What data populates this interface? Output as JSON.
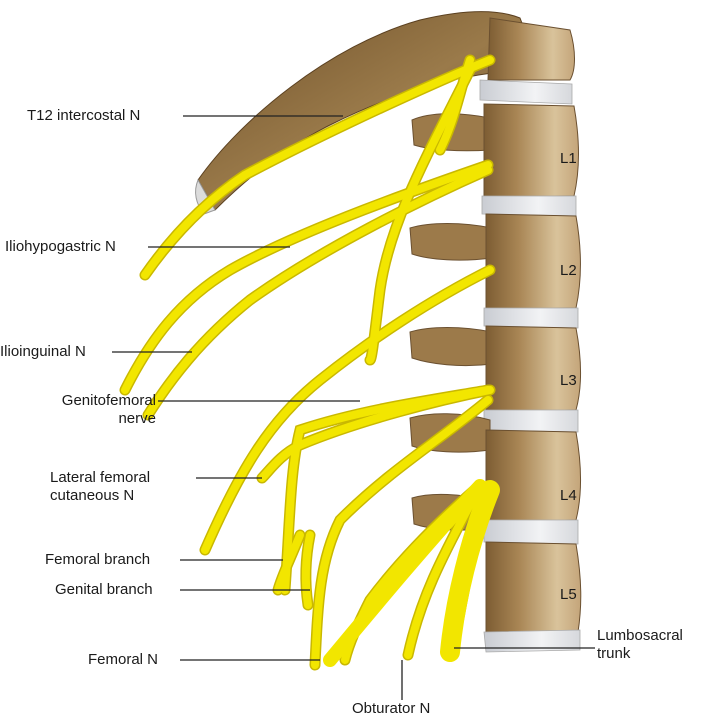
{
  "labels": {
    "t12": "T12 intercostal N",
    "iliohypogastric": "Iliohypogastric N",
    "ilioinguinal": "Ilioinguinal N",
    "genitofemoral_1": "Genitofemoral",
    "genitofemoral_2": "nerve",
    "lateral_femoral_1": "Lateral femoral",
    "lateral_femoral_2": "cutaneous N",
    "femoral_branch": "Femoral branch",
    "genital_branch": "Genital branch",
    "femoral": "Femoral N",
    "obturator": "Obturator N",
    "lumbosacral_1": "Lumbosacral",
    "lumbosacral_2": "trunk"
  },
  "vertebrae": [
    "L1",
    "L2",
    "L3",
    "L4",
    "L5"
  ],
  "colors": {
    "nerve": "#f2e600",
    "nerve_edge": "#c9b800",
    "bone": "#c8ab80",
    "bone_dark": "#8a6a3e",
    "disc": "#e6e8ec",
    "leader": "#222222"
  }
}
